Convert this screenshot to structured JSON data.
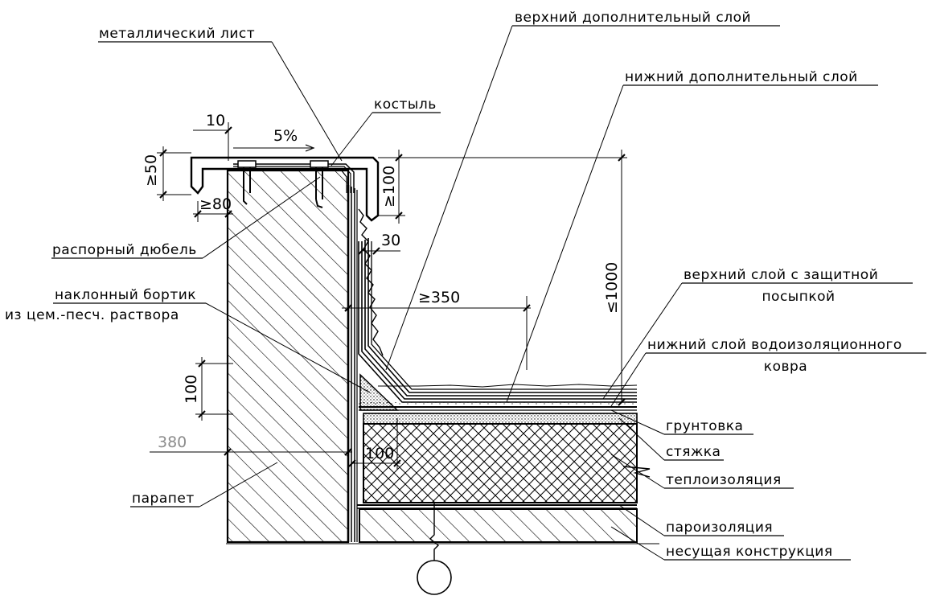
{
  "labels": {
    "metal_sheet": "металлический лист",
    "upper_extra_layer": "верхний дополнительный слой",
    "lower_extra_layer": "нижний дополнительный слой",
    "crutch": "костыль",
    "spacer_dowel": "распорный дюбель",
    "slope_fillet_1": "наклонный бортик",
    "slope_fillet_2": "из цем.-песч. раствора",
    "upper_layer_1": "верхний слой с защитной",
    "upper_layer_2": "посыпкой",
    "lower_layer_1": "нижний слой водоизоляционного",
    "lower_layer_2": "ковра",
    "primer": "грунтовка",
    "screed": "стяжка",
    "insulation": "теплоизоляция",
    "parapet": "парапет",
    "vapor_barrier": "пароизоляция",
    "load_bearing": "несущая конструкция"
  },
  "dimensions": {
    "d10": "10",
    "slope": "5%",
    "ge50": "≥50",
    "ge80": "≥80",
    "ge100": "≥100",
    "d30": "30",
    "ge350": "≥350",
    "le1000": "≤1000",
    "d100_left": "100",
    "d380": "380",
    "d100_bottom": "100"
  },
  "colors": {
    "line": "#000000",
    "gray_text": "#8c8c8c"
  }
}
